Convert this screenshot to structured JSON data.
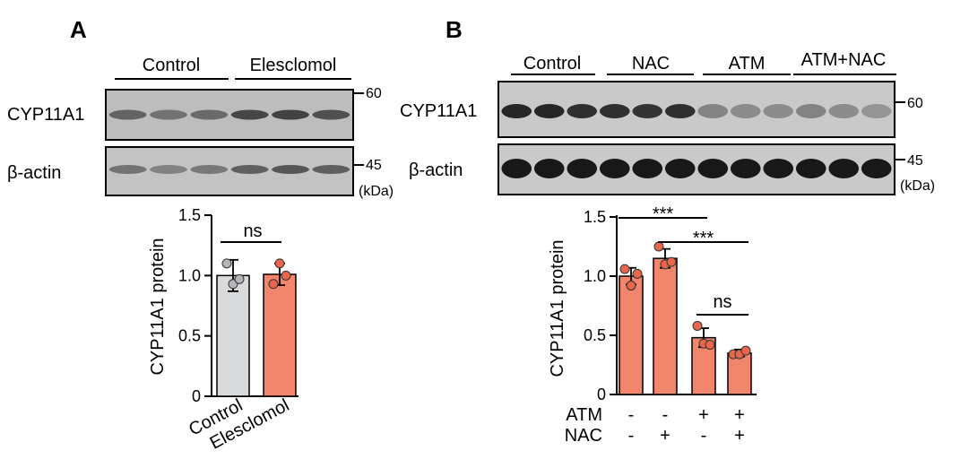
{
  "colors": {
    "control_bar": "#d9dadc",
    "treated_bar": "#f2866d",
    "dot_control": "#b3b5b8",
    "dot_treated": "#e8674c",
    "blot_bg_a": "#bdbdbd",
    "blot_bg_b": "#c3c3c3",
    "band": "#3a3a3a",
    "band_strong": "#1a1a1a"
  },
  "panel_a": {
    "letter": "A",
    "group_labels": [
      "Control",
      "Elesclomol"
    ],
    "blot_rows": [
      {
        "label": "CYP11A1",
        "marker": "60",
        "band_intensity": [
          0.7,
          0.62,
          0.66,
          0.82,
          0.84,
          0.78
        ]
      },
      {
        "label": "β-actin",
        "marker": "45",
        "band_intensity": [
          0.62,
          0.55,
          0.6,
          0.72,
          0.76,
          0.72
        ]
      }
    ],
    "kda": "(kDa)",
    "significance": [
      {
        "label": "ns",
        "from": 0,
        "to": 1
      }
    ]
  },
  "panel_b": {
    "letter": "B",
    "group_labels": [
      "Control",
      "NAC",
      "ATM",
      "ATM+NAC"
    ],
    "blot_rows": [
      {
        "label": "CYP11A1",
        "marker": "60",
        "band_intensity": [
          0.95,
          0.95,
          0.92,
          0.92,
          0.9,
          0.92,
          0.55,
          0.5,
          0.5,
          0.55,
          0.5,
          0.45
        ]
      },
      {
        "label": "β-actin",
        "marker": "45",
        "band_intensity": [
          1,
          1,
          1,
          1,
          1,
          1,
          1,
          1,
          1,
          1,
          1,
          1
        ]
      }
    ],
    "kda": "(kDa)",
    "conditions": [
      {
        "label": "ATM",
        "values": [
          "-",
          "-",
          "+",
          "+"
        ]
      },
      {
        "label": "NAC",
        "values": [
          "-",
          "+",
          "-",
          "+"
        ]
      }
    ],
    "significance": [
      {
        "label": "***",
        "from": 0,
        "to": 2
      },
      {
        "label": "***",
        "from": 1,
        "to": 3
      },
      {
        "label": "ns",
        "from": 2,
        "to": 3
      }
    ]
  },
  "chart_data": [
    {
      "type": "bar",
      "panel": "A",
      "categories": [
        "Control",
        "Elesclomol"
      ],
      "values": [
        1.0,
        1.01
      ],
      "errors": [
        0.13,
        0.09
      ],
      "points": [
        [
          1.1,
          0.93,
          0.97
        ],
        [
          0.93,
          1.1,
          1.0
        ]
      ],
      "ylabel": "CYP11A1 protein",
      "ylim": [
        0,
        1.5
      ],
      "yticks": [
        0,
        0.5,
        1.0,
        1.5
      ],
      "ytick_labels": [
        "0",
        "0.5",
        "1.0",
        "1.5"
      ],
      "bar_colors": [
        "#d9dadc",
        "#f2866d"
      ]
    },
    {
      "type": "bar",
      "panel": "B",
      "categories": [
        "",
        "",
        "",
        ""
      ],
      "values": [
        1.0,
        1.15,
        0.48,
        0.35
      ],
      "errors": [
        0.07,
        0.08,
        0.08,
        0.03
      ],
      "points": [
        [
          1.06,
          0.92,
          1.02
        ],
        [
          1.25,
          1.1,
          1.12
        ],
        [
          0.58,
          0.43,
          0.42
        ],
        [
          0.34,
          0.34,
          0.37
        ]
      ],
      "ylabel": "CYP11A1 protein",
      "ylim": [
        0,
        1.5
      ],
      "yticks": [
        0,
        0.5,
        1.0,
        1.5
      ],
      "ytick_labels": [
        "0",
        "0.5",
        "1.0",
        "1.5"
      ],
      "bar_colors": [
        "#f2866d",
        "#f2866d",
        "#f2866d",
        "#f2866d"
      ]
    }
  ]
}
